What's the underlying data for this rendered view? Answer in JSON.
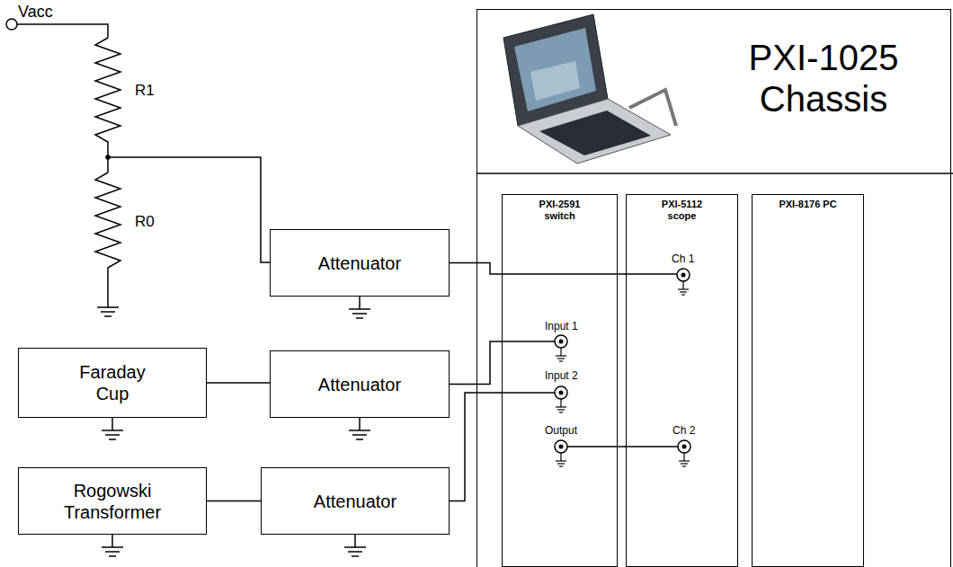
{
  "diagram": {
    "nodes": [
      {
        "text": [
          "Attenuator"
        ]
      },
      {
        "text": [
          "Faraday Cup"
        ]
      },
      {
        "text": [
          "Attenuator"
        ]
      },
      {
        "text": [
          "Rogowski Transformer"
        ]
      },
      {
        "text": [
          "Attenuator"
        ]
      },
      {
        "text": [
          "PXI-1025 Chassis"
        ]
      },
      {
        "text": [
          "PXI-2591 switch"
        ],
        "in": 5
      },
      {
        "text": [
          "PXI-5112 scope"
        ],
        "in": 5
      },
      {
        "text": [
          "PXI-8176 PC"
        ],
        "in": 5
      }
    ],
    "edges": [
      {
        "from": 1,
        "to": 2,
        "arrow": "none"
      },
      {
        "from": 3,
        "to": 4,
        "arrow": "none"
      },
      {
        "from": 0,
        "to": 7,
        "arrow": "none"
      },
      {
        "from": 2,
        "to": 6,
        "arrow": "none"
      },
      {
        "from": 4,
        "to": 6,
        "arrow": "none"
      },
      {
        "from": 6,
        "to": 7,
        "arrow": "none"
      }
    ],
    "labels": [
      "Vacc",
      "R1",
      "R0",
      "Ch 1",
      "Input 1",
      "Input 2",
      "Output",
      "Ch 2"
    ]
  }
}
